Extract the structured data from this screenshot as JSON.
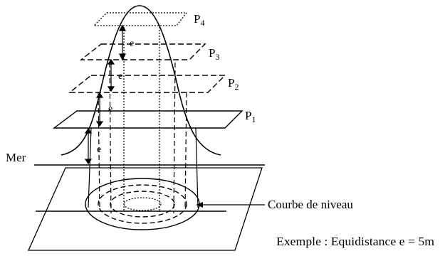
{
  "planes": [
    {
      "letter": "P",
      "sub": "4"
    },
    {
      "letter": "P",
      "sub": "3"
    },
    {
      "letter": "P",
      "sub": "2"
    },
    {
      "letter": "P",
      "sub": "1"
    }
  ],
  "equidistance_label": "e",
  "sea_label": "Mer",
  "contour_label": "Courbe de niveau",
  "example_label": "Exemple : Equidistance e = 5m"
}
